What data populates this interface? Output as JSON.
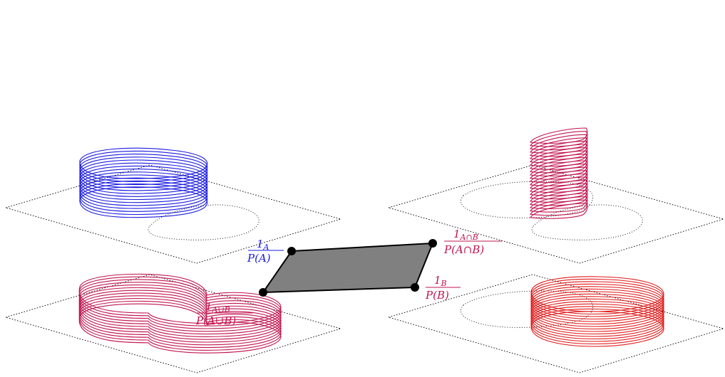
{
  "colors": {
    "a": "#1a1adf",
    "b": "#e01818",
    "mix": "#c0154e",
    "simplex_fill": "#808080"
  },
  "labels": {
    "a": {
      "num": "1",
      "sub": "A",
      "den": "P(A)"
    },
    "b": {
      "num": "1",
      "sub": "B",
      "den": "P(B)"
    },
    "intersection": {
      "num": "1",
      "sub": "A∩B",
      "den": "P(A∩B)"
    },
    "union": {
      "num": "1",
      "sub": "A∪B",
      "den": "P(A∪B)"
    }
  }
}
